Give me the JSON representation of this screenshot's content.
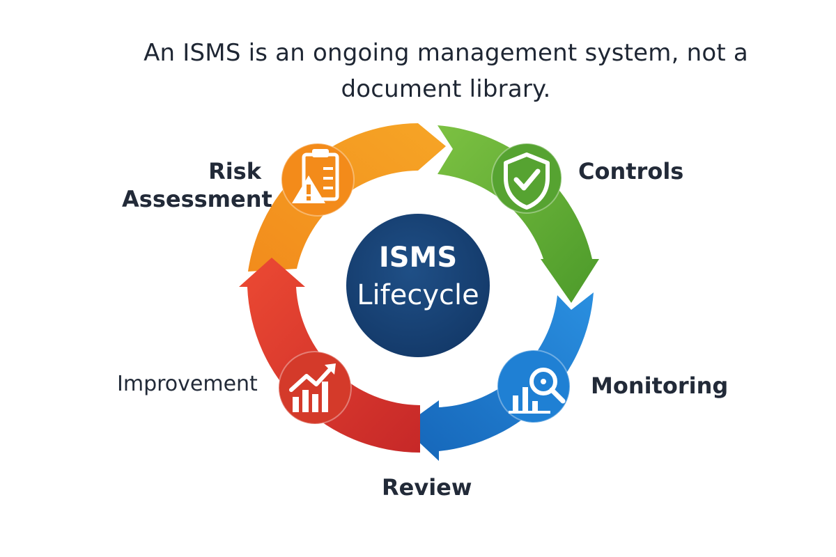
{
  "caption": "An ISMS is an ongoing management system, not a document library.",
  "center": {
    "line1": "ISMS",
    "line2": "Lifecycle",
    "color": "#163f6e"
  },
  "stages": [
    {
      "key": "risk_assessment",
      "label_line1": "Risk",
      "label_line2": "Assessment",
      "color": "#f08a1a",
      "icon": "risk-clipboard-warning-icon"
    },
    {
      "key": "controls",
      "label": "Controls",
      "color": "#5fa832",
      "icon": "shield-check-icon"
    },
    {
      "key": "monitoring",
      "label": "Monitoring",
      "color": "#1d7fd0",
      "icon": "chart-magnifier-icon"
    },
    {
      "key": "review",
      "label": "Review",
      "color": "#1d7fd0"
    },
    {
      "key": "improvement",
      "label": "Improvement",
      "color": "#d73a2a",
      "icon": "trend-up-chart-icon"
    }
  ]
}
